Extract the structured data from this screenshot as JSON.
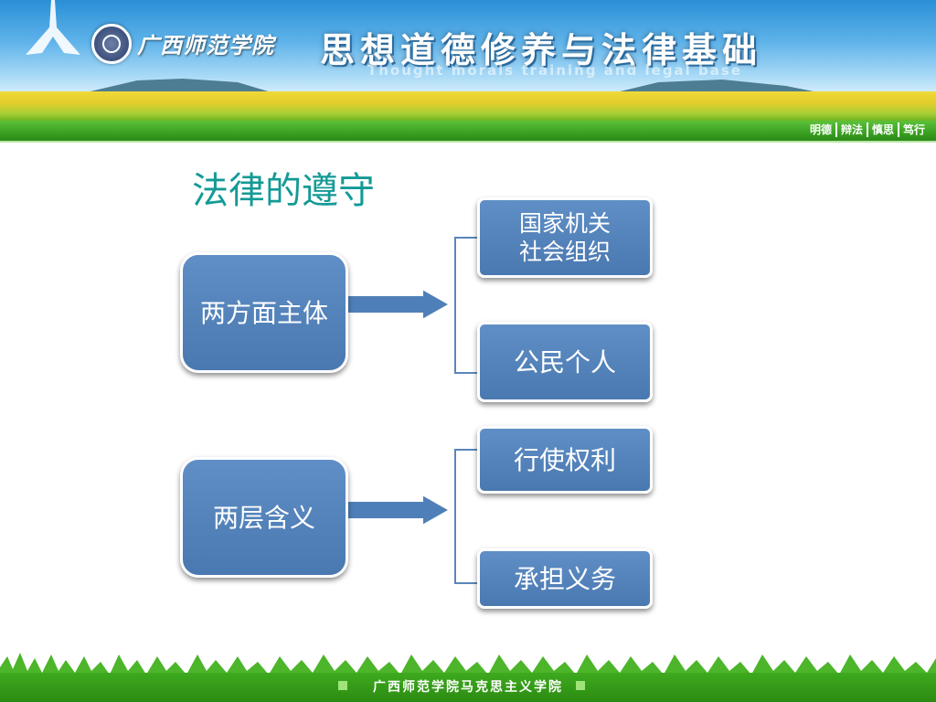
{
  "header": {
    "school_name": "广西师范学院",
    "course_title": "思想道德修养与法律基础",
    "course_subtitle": "Thought morals training and legal base",
    "motto": [
      "明德",
      "辩法",
      "慎思",
      "笃行"
    ]
  },
  "slide": {
    "title": "法律的遵守",
    "groups": [
      {
        "main": "两方面主体",
        "items": [
          "国家机关\n社会组织",
          "公民个人"
        ]
      },
      {
        "main": "两层含义",
        "items": [
          "行使权利",
          "承担义务"
        ]
      }
    ]
  },
  "footer": {
    "text": "广西师范学院马克思主义学院"
  },
  "colors": {
    "box_fill": "#4f7fb8",
    "title": "#139a96",
    "footer_green": "#2b8b12"
  }
}
